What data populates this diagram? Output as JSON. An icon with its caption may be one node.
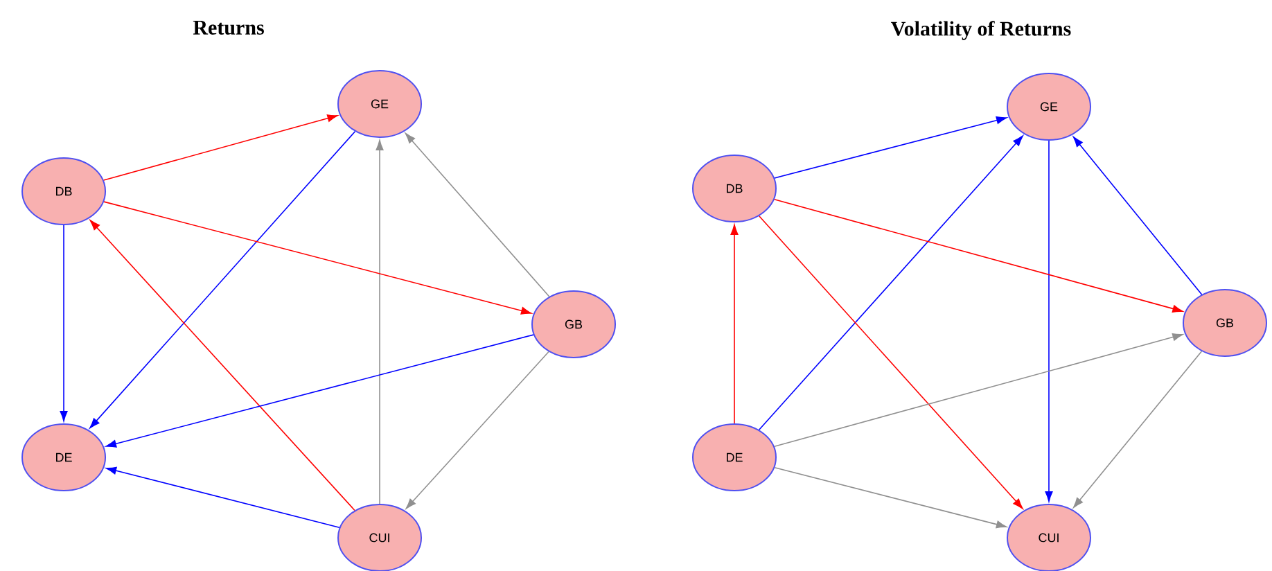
{
  "diagram": {
    "nodes": [
      {
        "text": [
          "GE"
        ]
      },
      {
        "text": [
          "DB"
        ]
      },
      {
        "text": [
          "GB"
        ]
      },
      {
        "text": [
          "DE"
        ]
      },
      {
        "text": [
          "CUI"
        ]
      },
      {
        "text": [
          "GE"
        ]
      },
      {
        "text": [
          "DB"
        ]
      },
      {
        "text": [
          "GB"
        ]
      },
      {
        "text": [
          "DE"
        ]
      },
      {
        "text": [
          "CUI"
        ]
      }
    ],
    "edges": [
      {
        "from": 1,
        "to": 0,
        "arrow": "to",
        "color": "#ff0000"
      },
      {
        "from": 0,
        "to": 3,
        "arrow": "to"
      },
      {
        "from": 2,
        "to": 0,
        "arrow": "to",
        "color": "#909090"
      },
      {
        "from": 4,
        "to": 0,
        "arrow": "to",
        "color": "#909090"
      },
      {
        "from": 1,
        "to": 2,
        "arrow": "to",
        "color": "#ff0000"
      },
      {
        "from": 4,
        "to": 1,
        "arrow": "to",
        "color": "#ff0000"
      },
      {
        "from": 1,
        "to": 3,
        "arrow": "to"
      },
      {
        "from": 2,
        "to": 3,
        "arrow": "to"
      },
      {
        "from": 4,
        "to": 3,
        "arrow": "to"
      },
      {
        "from": 2,
        "to": 4,
        "arrow": "to",
        "color": "#909090"
      },
      {
        "from": 6,
        "to": 5,
        "arrow": "to"
      },
      {
        "from": 8,
        "to": 5,
        "arrow": "to"
      },
      {
        "from": 7,
        "to": 5,
        "arrow": "to"
      },
      {
        "from": 5,
        "to": 9,
        "arrow": "to"
      },
      {
        "from": 6,
        "to": 7,
        "arrow": "to",
        "color": "#ff0000"
      },
      {
        "from": 6,
        "to": 9,
        "arrow": "to",
        "color": "#ff0000"
      },
      {
        "from": 8,
        "to": 6,
        "arrow": "to",
        "color": "#ff0000"
      },
      {
        "from": 8,
        "to": 7,
        "arrow": "to",
        "color": "#909090"
      },
      {
        "from": 8,
        "to": 9,
        "arrow": "to",
        "color": "#909090"
      },
      {
        "from": 7,
        "to": 9,
        "arrow": "to",
        "color": "#909090"
      }
    ],
    "labels": [
      "Returns",
      "Volatility of Returns"
    ]
  }
}
